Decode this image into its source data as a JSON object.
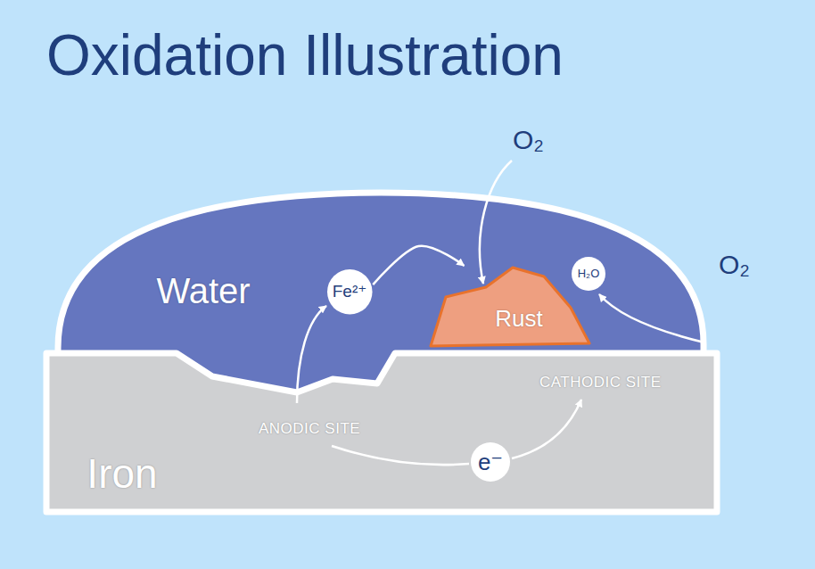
{
  "diagram": {
    "title": "Oxidation Illustration",
    "nodes": [
      {
        "text": [
          "Water"
        ]
      },
      {
        "text": [
          "Fe²⁺"
        ],
        "in": 0
      },
      {
        "text": [
          "Rust"
        ],
        "in": 0
      },
      {
        "text": [
          "H₂O"
        ],
        "in": 0
      },
      {
        "text": [
          "Iron"
        ]
      },
      {
        "text": [
          "e⁻"
        ],
        "in": 4
      }
    ],
    "edges": [
      {
        "from": 1,
        "to": 2,
        "arrow": "to"
      }
    ],
    "labels": [
      "O₂",
      "O₂",
      "CATHODIC SITE",
      "ANODIC SITE"
    ]
  }
}
